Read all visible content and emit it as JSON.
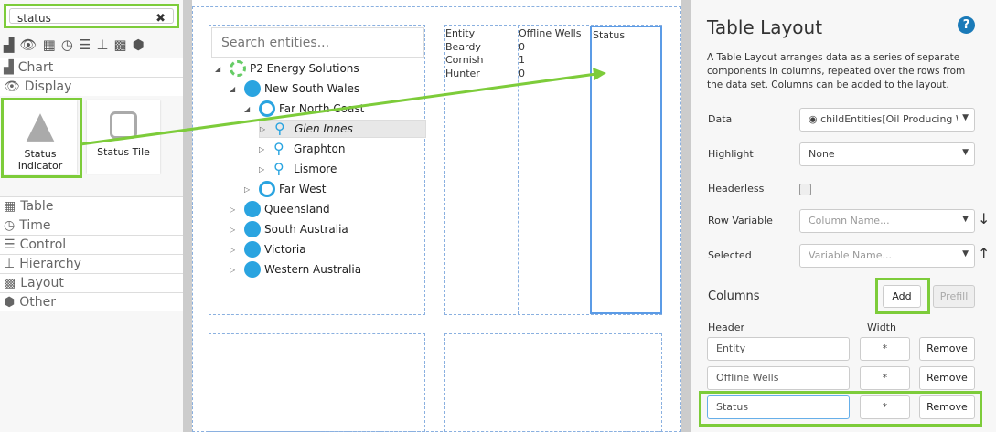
{
  "sidebar": {
    "search_value": "status",
    "clear_icon": "close-icon",
    "category_icons": [
      "chart-icon",
      "eye-icon",
      "table-icon",
      "clock-icon",
      "sliders-icon",
      "hierarchy-icon",
      "layout-icon",
      "cube-icon"
    ],
    "categories": [
      "Chart",
      "Display",
      "Table",
      "Time",
      "Control",
      "Hierarchy",
      "Layout",
      "Other"
    ],
    "tiles": [
      "Status Indicator",
      "Status Tile"
    ]
  },
  "canvas": {
    "tree": {
      "search_placeholder": "Search entities...",
      "nodes": [
        "P2 Energy Solutions",
        "New South Wales",
        "Far North Coast",
        "Glen Innes",
        "Graphton",
        "Lismore",
        "Far West",
        "Queensland",
        "South Australia",
        "Victoria",
        "Western Australia"
      ]
    },
    "table": {
      "headers": [
        "Entity",
        "Offline Wells",
        "Status"
      ],
      "rows": [
        [
          "Beardy",
          "0"
        ],
        [
          "Cornish",
          "1"
        ],
        [
          "Hunter",
          "0"
        ]
      ]
    }
  },
  "panel": {
    "title": "Table Layout",
    "description": "A Table Layout arranges data as a series of separate components in columns, repeated over the rows from the data set. Columns can be added to the layout.",
    "data_label": "Data",
    "data_value": "childEntities[Oil Producing Well]",
    "highlight_label": "Highlight",
    "highlight_value": "None",
    "headerless_label": "Headerless",
    "row_variable_label": "Row Variable",
    "row_variable_placeholder": "Column Name...",
    "selected_label": "Selected",
    "selected_placeholder": "Variable Name...",
    "columns_label": "Columns",
    "add_label": "Add",
    "prefill_label": "Prefill",
    "header_col": "Header",
    "width_col": "Width",
    "columns": [
      {
        "header": "Entity",
        "width": "*"
      },
      {
        "header": "Offline Wells",
        "width": "*"
      },
      {
        "header": "Status",
        "width": "*"
      }
    ],
    "remove_label": "Remove"
  },
  "colors": {
    "accent": "#7dcc3a",
    "selection": "#5b9be6",
    "globe": "#2aa4e0"
  }
}
